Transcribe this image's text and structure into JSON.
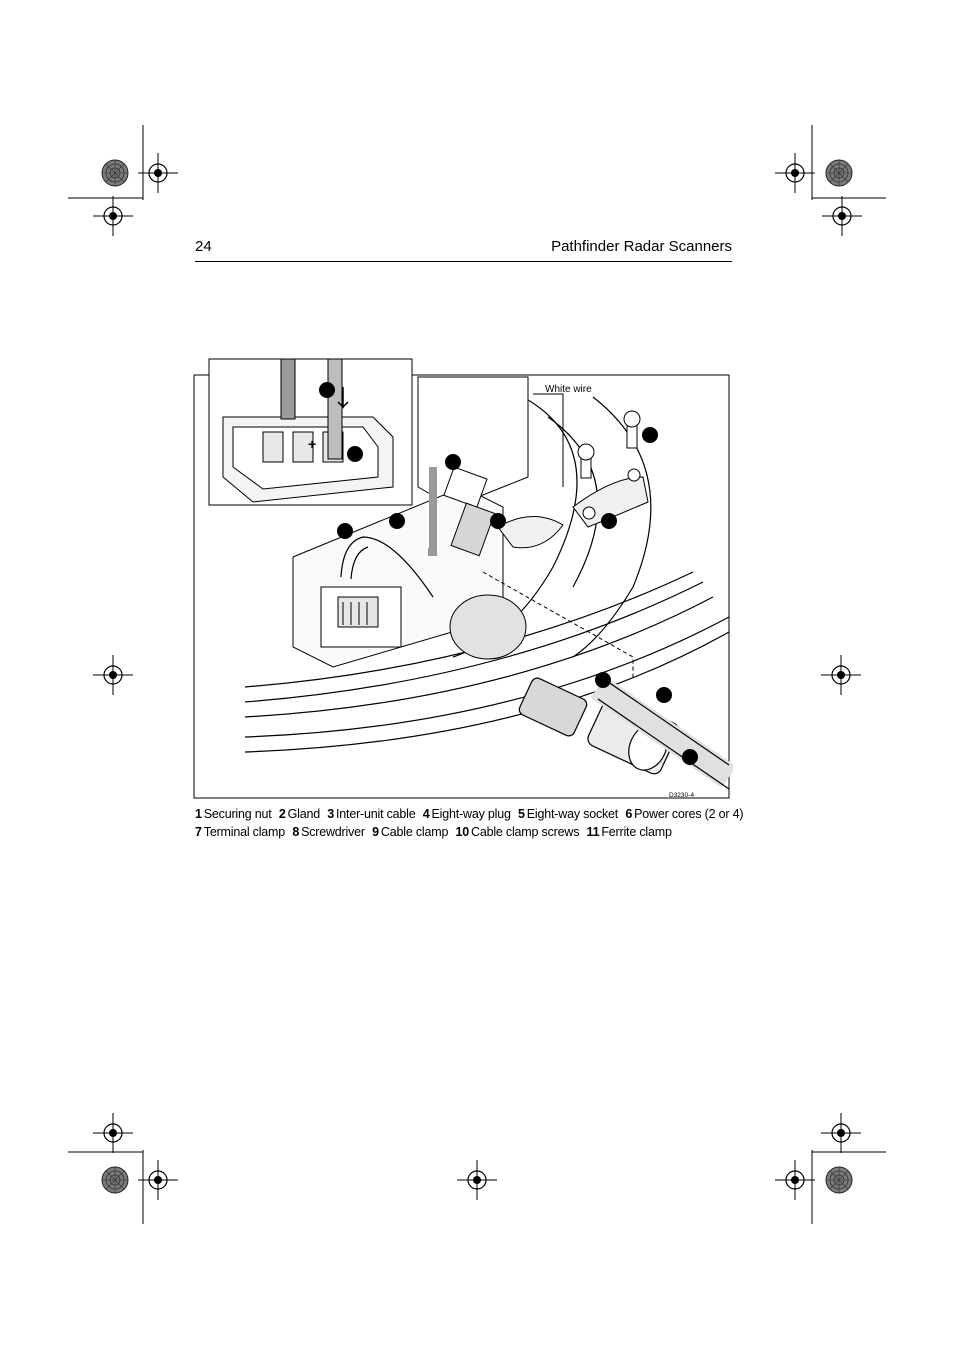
{
  "header": {
    "page_number": "24",
    "running_title": "Pathfinder Radar Scanners"
  },
  "figure": {
    "label_white_wire": "White wire",
    "figure_id": "D3230-4"
  },
  "caption": {
    "line1": [
      {
        "num": "1",
        "text": "Securing nut"
      },
      {
        "num": "2",
        "text": "Gland"
      },
      {
        "num": "3",
        "text": "Inter-unit cable"
      },
      {
        "num": "4",
        "text": "Eight-way plug"
      },
      {
        "num": "5",
        "text": "Eight-way socket"
      },
      {
        "num": "6",
        "text": "Power cores (2 or 4)"
      }
    ],
    "line2": [
      {
        "num": "7",
        "text": "Terminal clamp"
      },
      {
        "num": "8",
        "text": "Screwdriver"
      },
      {
        "num": "9",
        "text": "Cable clamp"
      },
      {
        "num": "10",
        "text": "Cable clamp screws"
      },
      {
        "num": "11",
        "text": "Ferrite clamp"
      }
    ]
  }
}
